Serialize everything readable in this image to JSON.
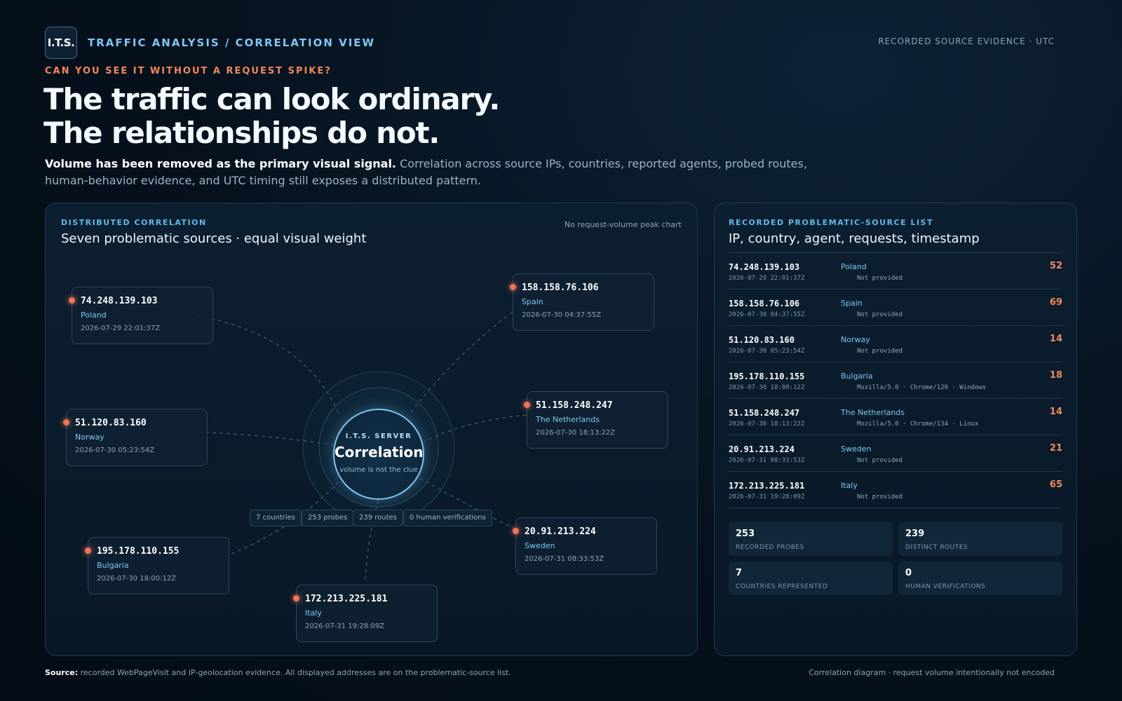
{
  "header": {
    "logo": "I.T.S.",
    "breadcrumb": "TRAFFIC ANALYSIS / CORRELATION VIEW",
    "top_right": "RECORDED SOURCE EVIDENCE · UTC",
    "eyebrow": "CAN YOU SEE IT WITHOUT A REQUEST SPIKE?",
    "headline_1": "The traffic can look ordinary.",
    "headline_2": "The relationships do not.",
    "lede_bold": "Volume has been removed as the primary visual signal.",
    "lede_rest": " Correlation across source IPs, countries, reported agents, probed routes, human-behavior evidence, and UTC timing still exposes a distributed pattern."
  },
  "diagram": {
    "tag": "DISTRIBUTED CORRELATION",
    "title": "Seven problematic sources · equal visual weight",
    "note": "No request-volume peak chart",
    "core": {
      "label": "I.T.S. SERVER",
      "title": "Correlation",
      "subtitle": "volume is not the clue"
    },
    "chips": [
      "7 countries",
      "253 probes",
      "239 routes",
      "0 human verifications"
    ],
    "nodes": [
      {
        "ip": "74.248.139.103",
        "country": "Poland",
        "timestamp": "2026-07-29 22:01:37Z"
      },
      {
        "ip": "158.158.76.106",
        "country": "Spain",
        "timestamp": "2026-07-30 04:37:55Z"
      },
      {
        "ip": "51.120.83.160",
        "country": "Norway",
        "timestamp": "2026-07-30 05:23:54Z"
      },
      {
        "ip": "51.158.248.247",
        "country": "The Netherlands",
        "timestamp": "2026-07-30 18:13:22Z"
      },
      {
        "ip": "195.178.110.155",
        "country": "Bulgaria",
        "timestamp": "2026-07-30 18:00:12Z"
      },
      {
        "ip": "20.91.213.224",
        "country": "Sweden",
        "timestamp": "2026-07-31 08:33:53Z"
      },
      {
        "ip": "172.213.225.181",
        "country": "Italy",
        "timestamp": "2026-07-31 19:28:09Z"
      }
    ]
  },
  "list_panel": {
    "tag": "RECORDED PROBLEMATIC-SOURCE LIST",
    "title": "IP, country, agent, requests, timestamp",
    "rows": [
      {
        "ip": "74.248.139.103",
        "timestamp": "2026-07-29 22:01:37Z",
        "country": "Poland",
        "agent": "Not provided",
        "requests": "52"
      },
      {
        "ip": "158.158.76.106",
        "timestamp": "2026-07-30 04:37:55Z",
        "country": "Spain",
        "agent": "Not provided",
        "requests": "69"
      },
      {
        "ip": "51.120.83.160",
        "timestamp": "2026-07-30 05:23:54Z",
        "country": "Norway",
        "agent": "Not provided",
        "requests": "14"
      },
      {
        "ip": "195.178.110.155",
        "timestamp": "2026-07-30 18:00:12Z",
        "country": "Bulgaria",
        "agent": "Mozilla/5.0 · Chrome/120 · Windows",
        "requests": "18"
      },
      {
        "ip": "51.158.248.247",
        "timestamp": "2026-07-30 18:13:22Z",
        "country": "The Netherlands",
        "agent": "Mozilla/5.0 · Chrome/134 · Linux",
        "requests": "14"
      },
      {
        "ip": "20.91.213.224",
        "timestamp": "2026-07-31 08:33:53Z",
        "country": "Sweden",
        "agent": "Not provided",
        "requests": "21"
      },
      {
        "ip": "172.213.225.181",
        "timestamp": "2026-07-31 19:28:09Z",
        "country": "Italy",
        "agent": "Not provided",
        "requests": "65"
      }
    ],
    "stats": [
      {
        "value": "253",
        "label": "RECORDED PROBES"
      },
      {
        "value": "239",
        "label": "DISTINCT ROUTES"
      },
      {
        "value": "7",
        "label": "COUNTRIES REPRESENTED"
      },
      {
        "value": "0",
        "label": "HUMAN VERIFICATIONS"
      }
    ]
  },
  "footer": {
    "source_bold": "Source:",
    "source_rest": " recorded WebPageVisit and IP-geolocation evidence. All displayed addresses are on the problematic-source list.",
    "right": "Correlation diagram · request volume intentionally not encoded"
  },
  "colors": {
    "accent_blue": "#7fc7f2",
    "accent_orange": "#f0875a",
    "node_dot": "#f0745a",
    "background": "#06111d"
  }
}
